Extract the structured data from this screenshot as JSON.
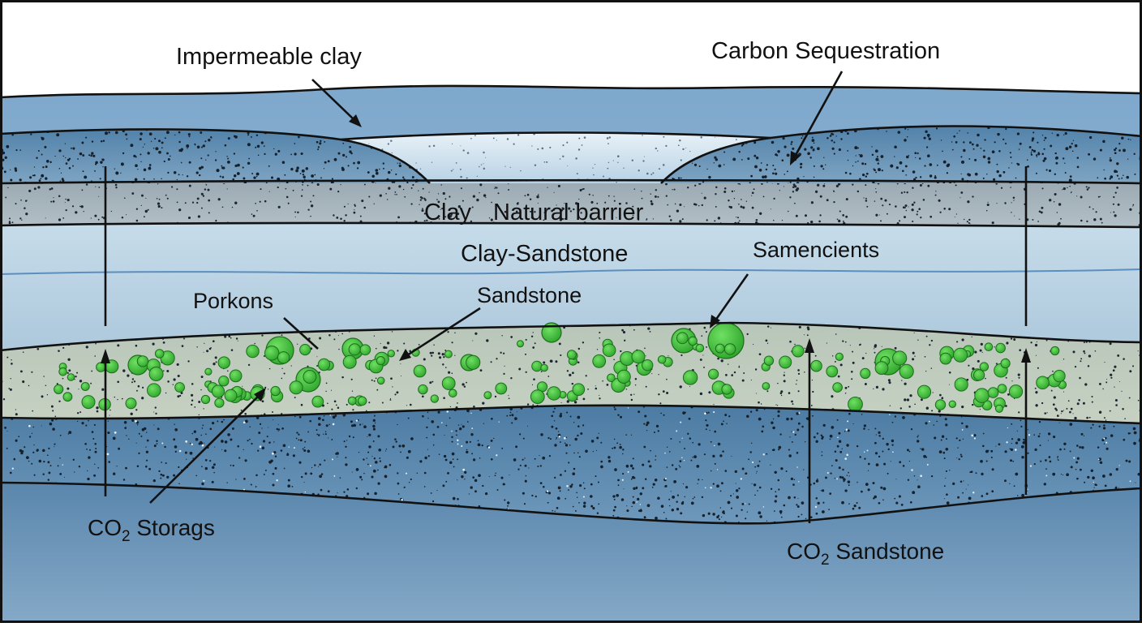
{
  "diagram": {
    "title": "Carbon Sequestration",
    "layers": {
      "impermeable_clay": "Impermeable clay",
      "barrier_prefix": "Clay",
      "barrier": "Natural barrier",
      "clay_sandstone": "Clay-Sandstone"
    },
    "labels": {
      "samencients": "Samencients",
      "porkons": "Porkons",
      "sandstone": "Sandstone",
      "co2_left_main": "CO",
      "co2_left_sub": "2",
      "co2_left_rest": " Storags",
      "co2_right_main": "CO",
      "co2_right_sub": "2",
      "co2_right_rest": " Sandstone"
    },
    "colors": {
      "sky": "#ffffff",
      "water": "#9cc0d8",
      "porous_rock": "#5f8fb3",
      "clay_band": "#a3b3bb",
      "clay_sandstone": "#b8d2e4",
      "sandstone_band": "#bccbba",
      "lower_rock": "#5a87ac",
      "deep": "#6d97bc",
      "bubble": "#3fbf3a"
    }
  }
}
